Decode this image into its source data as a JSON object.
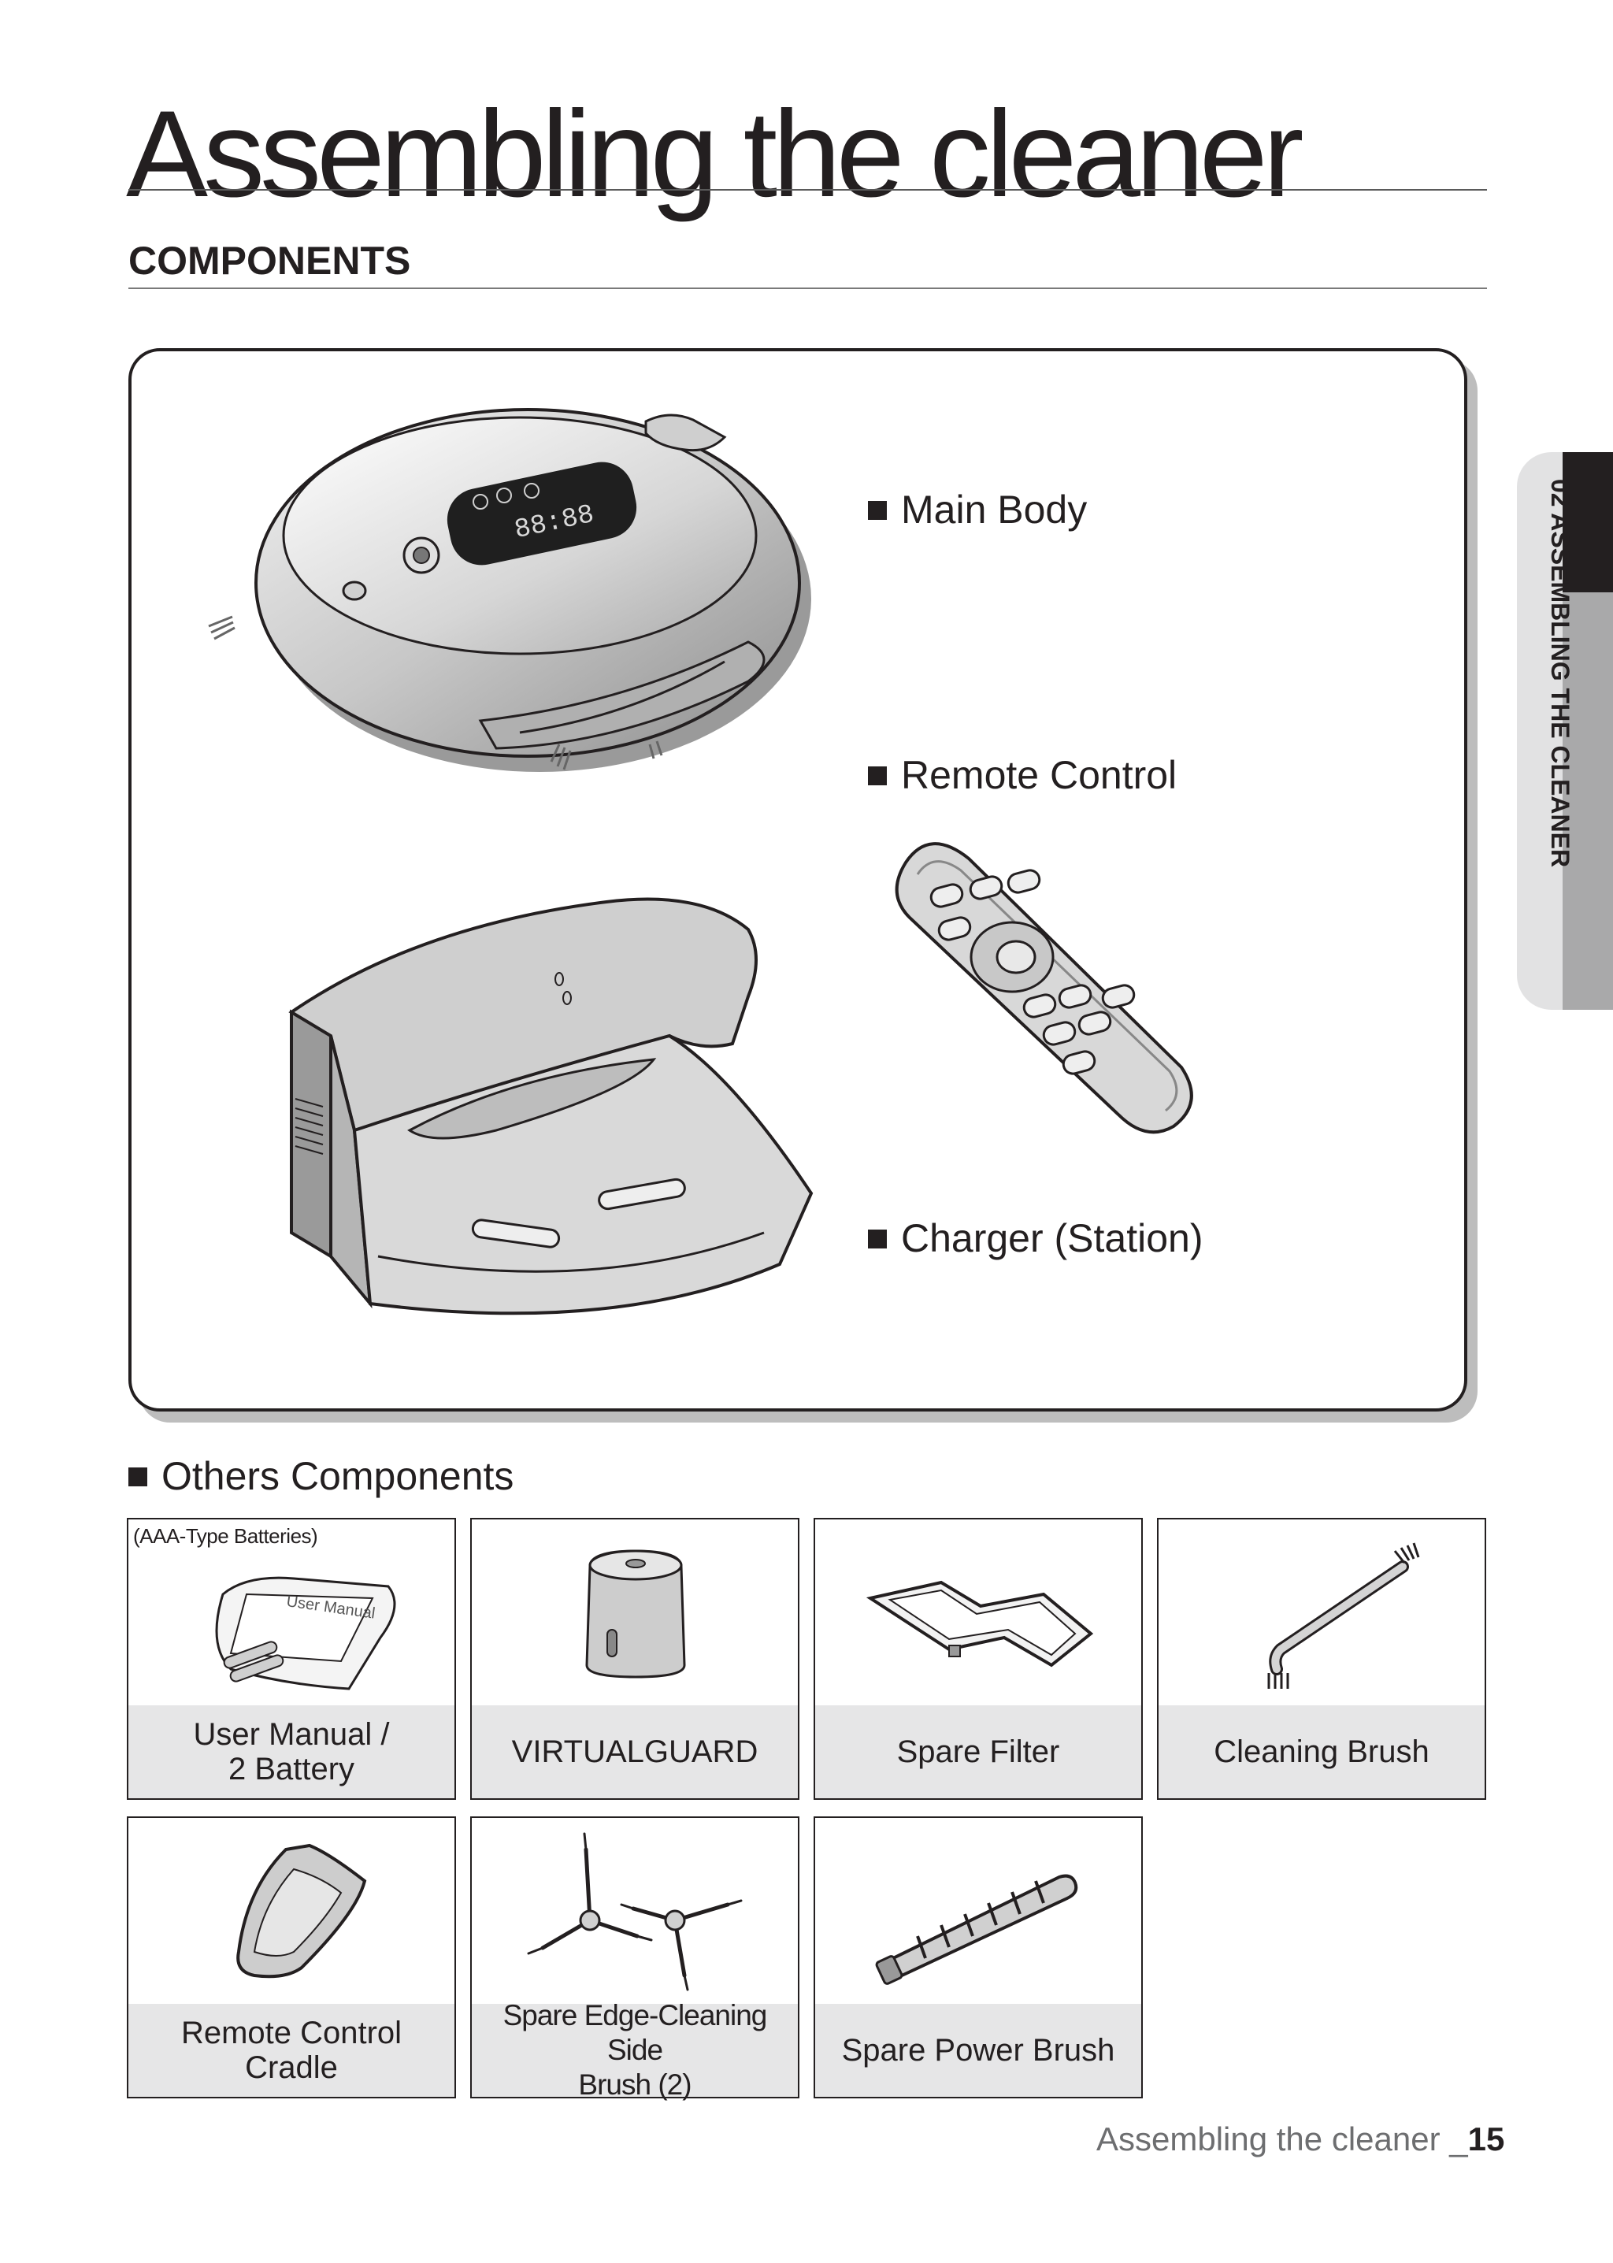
{
  "page": {
    "title": "Assembling the cleaner",
    "section": "COMPONENTS",
    "side_tab": "02  ASSEMBLING THE CLEANER",
    "footer_text": "Assembling the cleaner _",
    "footer_page": "15"
  },
  "main_components": [
    {
      "label": "Main Body"
    },
    {
      "label": "Remote Control"
    },
    {
      "label": "Charger (Station)"
    }
  ],
  "others": {
    "heading": "Others Components",
    "items": [
      {
        "caption": "User Manual /\n2 Battery",
        "note": "(AAA-Type Batteries)",
        "art_text": "User Manual"
      },
      {
        "caption": "VIRTUALGUARD"
      },
      {
        "caption": "Spare Filter"
      },
      {
        "caption": "Cleaning Brush"
      },
      {
        "caption": "Remote Control\nCradle"
      },
      {
        "caption": "Spare Edge-Cleaning Side\nBrush (2)"
      },
      {
        "caption": "Spare Power Brush"
      }
    ]
  },
  "display_text": "88:88"
}
